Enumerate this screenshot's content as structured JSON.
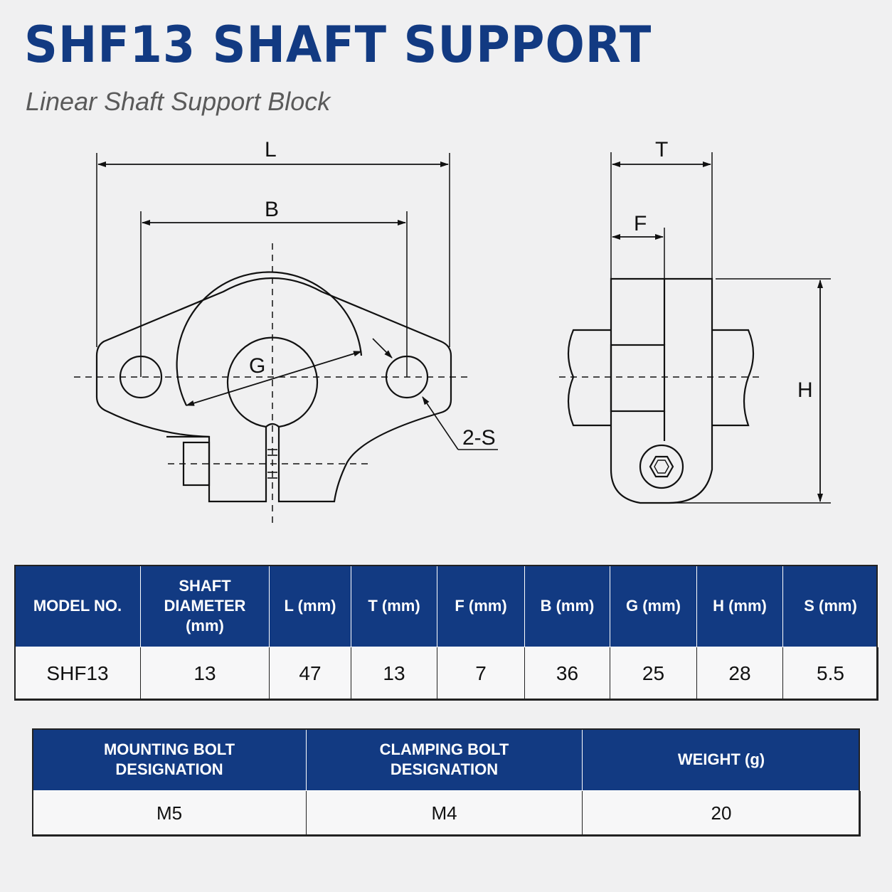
{
  "title": "SHF13 SHAFT SUPPORT",
  "subtitle": "Linear Shaft Support Block",
  "diagram": {
    "front_view": {
      "labels": {
        "L": "L",
        "B": "B",
        "G": "G",
        "S": "2-S"
      }
    },
    "side_view": {
      "labels": {
        "T": "T",
        "F": "F",
        "H": "H"
      }
    },
    "colors": {
      "line": "#111111",
      "brand": "#123a82",
      "background": "#f0f0f1"
    }
  },
  "specs_table": {
    "headers": [
      "MODEL NO.",
      "SHAFT\nDIAMETER (mm)",
      "L (mm)",
      "T (mm)",
      "F (mm)",
      "B (mm)",
      "G (mm)",
      "H (mm)",
      "S (mm)"
    ],
    "rows": [
      [
        "SHF13",
        "13",
        "47",
        "13",
        "7",
        "36",
        "25",
        "28",
        "5.5"
      ]
    ]
  },
  "bolts_table": {
    "headers": [
      "MOUNTING BOLT\nDESIGNATION",
      "CLAMPING BOLT\nDESIGNATION",
      "WEIGHT (g)"
    ],
    "rows": [
      [
        "M5",
        "M4",
        "20"
      ]
    ]
  }
}
